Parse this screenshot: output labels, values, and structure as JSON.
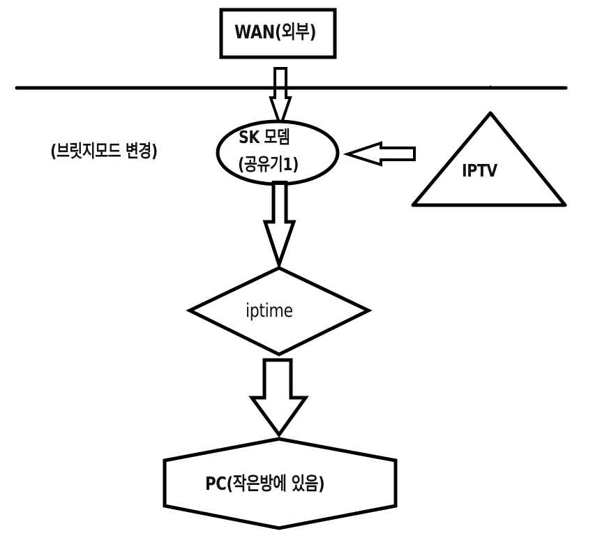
{
  "diagram": {
    "type": "network-flowchart",
    "stroke_color": "#000000",
    "text_color": "#111111",
    "background": "#ffffff",
    "nodes": {
      "wan": {
        "shape": "rectangle",
        "label": "WAN(외부)"
      },
      "modem": {
        "shape": "ellipse",
        "label_line1": "SK 모뎀",
        "label_line2": "(공유기1)"
      },
      "modem_note": {
        "shape": "text",
        "label": "(브릿지모드 변경)"
      },
      "iptv": {
        "shape": "triangle",
        "label": "IPTV"
      },
      "iptime": {
        "shape": "diamond",
        "label": "iptime"
      },
      "pc": {
        "shape": "hexagon",
        "label": "PC(작은방에 있음)"
      }
    },
    "edges": [
      {
        "from": "wan",
        "to": "modem",
        "style": "block-arrow-down"
      },
      {
        "from": "iptv",
        "to": "modem",
        "style": "block-arrow-left"
      },
      {
        "from": "modem",
        "to": "iptime",
        "style": "block-arrow-down"
      },
      {
        "from": "iptime",
        "to": "pc",
        "style": "block-arrow-down"
      }
    ],
    "separator": {
      "style": "horizontal-line"
    }
  }
}
